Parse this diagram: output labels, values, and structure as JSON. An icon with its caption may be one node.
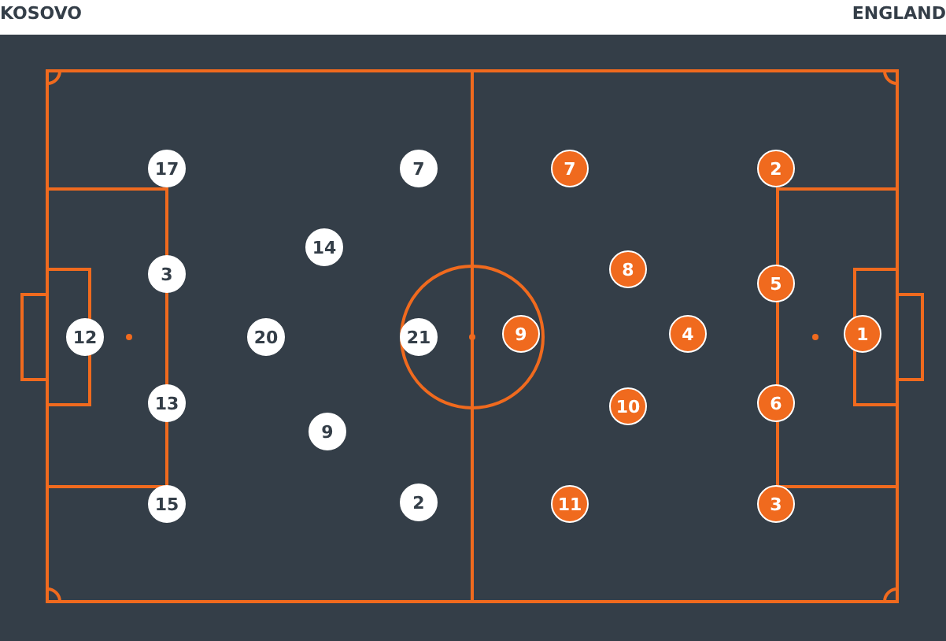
{
  "diagram": {
    "nodes": [
      {
        "text": [
          "17"
        ]
      },
      {
        "text": [
          "7"
        ]
      },
      {
        "text": [
          "7"
        ]
      },
      {
        "text": [
          "2"
        ]
      },
      {
        "text": [
          "14"
        ]
      },
      {
        "text": [
          "8"
        ]
      },
      {
        "text": [
          "3"
        ]
      },
      {
        "text": [
          "5"
        ]
      },
      {
        "text": [
          "12"
        ]
      },
      {
        "text": [
          "20"
        ]
      },
      {
        "text": [
          "21"
        ]
      },
      {
        "text": [
          "9"
        ]
      },
      {
        "text": [
          "4"
        ]
      },
      {
        "text": [
          "1"
        ]
      },
      {
        "text": [
          "13"
        ]
      },
      {
        "text": [
          "6"
        ]
      },
      {
        "text": [
          "10"
        ]
      },
      {
        "text": [
          "9"
        ]
      },
      {
        "text": [
          "15"
        ]
      },
      {
        "text": [
          "2"
        ]
      },
      {
        "text": [
          "11"
        ]
      },
      {
        "text": [
          "3"
        ]
      }
    ],
    "labels": [
      "KOSOVO",
      "ENGLAND"
    ]
  }
}
